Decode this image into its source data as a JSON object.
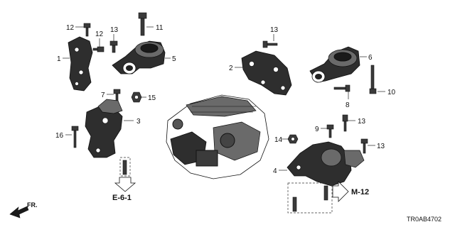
{
  "callouts": {
    "c1": "1",
    "c2": "2",
    "c3": "3",
    "c4": "4",
    "c5": "5",
    "c6": "6",
    "c7": "7",
    "c8": "8",
    "c9": "9",
    "c10": "10",
    "c11": "11",
    "c12a": "12",
    "c12b": "12",
    "c13a": "13",
    "c13b": "13",
    "c13c": "13",
    "c13d": "13",
    "c14": "14",
    "c15": "15",
    "c16": "16"
  },
  "references": {
    "e61": "E-6-1",
    "m12": "M-12"
  },
  "front_arrow_label": "FR.",
  "diagram_code": "TR0AB4702",
  "icons": {
    "front": "front-direction-arrow-icon",
    "down_ref": "reference-down-arrow-icon",
    "right_ref": "reference-right-arrow-icon"
  }
}
